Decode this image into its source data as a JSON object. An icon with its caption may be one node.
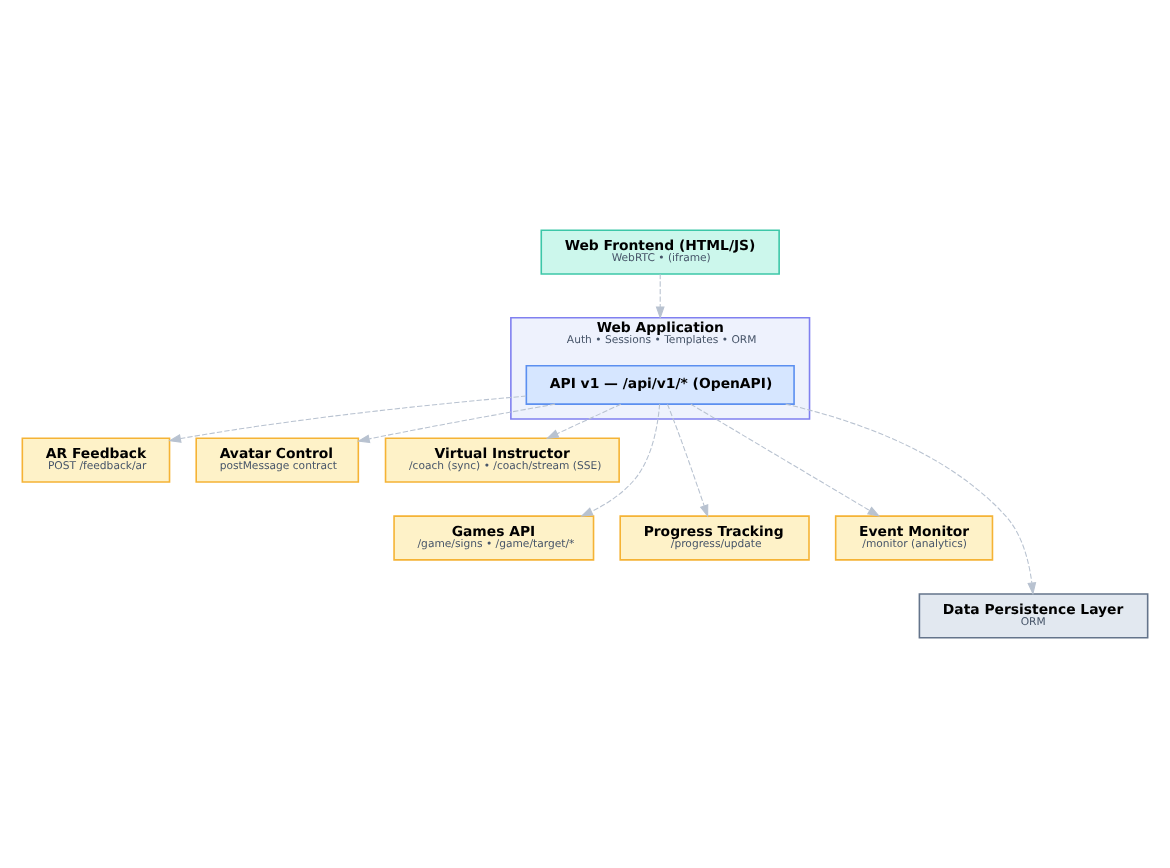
{
  "diagram": {
    "nodes": [
      {
        "text": [
          "Web Frontend (HTML/JS)",
          "WebRTC • (iframe)"
        ]
      },
      {
        "text": [
          "Web Application",
          "Auth • Sessions • Templates • ORM"
        ]
      },
      {
        "text": [
          "API v1 — /api/v1/* (OpenAPI)"
        ],
        "in": 1
      },
      {
        "text": [
          "AR Feedback",
          "POST /feedback/ar"
        ]
      },
      {
        "text": [
          "Avatar Control",
          "postMessage contract"
        ]
      },
      {
        "text": [
          "Virtual Instructor",
          "/coach (sync) • /coach/stream (SSE)"
        ]
      },
      {
        "text": [
          "Games API",
          "/game/signs • /game/target/*"
        ]
      },
      {
        "text": [
          "Progress Tracking",
          "/progress/update"
        ]
      },
      {
        "text": [
          "Event Monitor",
          "/monitor (analytics)"
        ]
      },
      {
        "text": [
          "Data Persistence Layer",
          "ORM"
        ]
      }
    ],
    "edges": [
      {
        "from": 0,
        "to": 1,
        "arrow": "to",
        "style": "dashed"
      },
      {
        "from": 2,
        "to": 3,
        "arrow": "to",
        "style": "dashed"
      },
      {
        "from": 2,
        "to": 4,
        "arrow": "to",
        "style": "dashed"
      },
      {
        "from": 2,
        "to": 5,
        "arrow": "to",
        "style": "dashed"
      },
      {
        "from": 2,
        "to": 6,
        "arrow": "to",
        "style": "dashed"
      },
      {
        "from": 2,
        "to": 7,
        "arrow": "to",
        "style": "dashed"
      },
      {
        "from": 2,
        "to": 8,
        "arrow": "to",
        "style": "dashed"
      },
      {
        "from": 2,
        "to": 9,
        "arrow": "to",
        "style": "dashed"
      }
    ]
  }
}
